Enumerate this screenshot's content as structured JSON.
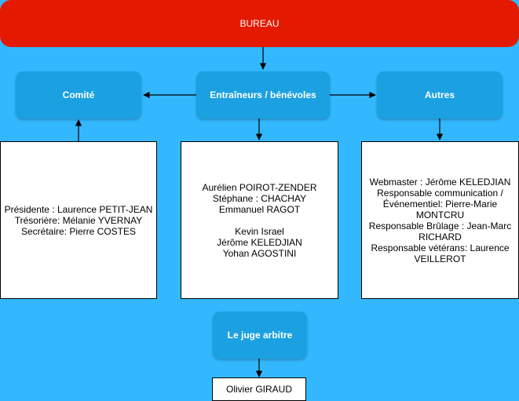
{
  "header": {
    "title": "BUREAU"
  },
  "roles": {
    "comite": "Comité",
    "entraineurs": "Entraîneurs / bénévoles",
    "autres": "Autres",
    "juge": "Le juge arbitre"
  },
  "cards": {
    "comite": [
      "Présidente : Laurence PETIT-JEAN",
      "Trésorière: Mélanie YVERNAY",
      "Secrétaire: Pierre COSTES"
    ],
    "entraineurs_group1": [
      "Aurélien POIROT-ZENDER",
      "Stéphane : CHACHAY",
      "Emmanuel RAGOT"
    ],
    "entraineurs_group2": [
      "Kevin Israel",
      "Jérôme KELEDJIAN",
      "Yohan AGOSTINI"
    ],
    "autres": [
      "Webmaster : Jérôme KELEDJIAN",
      "Responsable communication /",
      "Événementiel: Pierre-Marie",
      "MONTCRU",
      "Responsable Brûlage : Jean-Marc",
      "RICHARD",
      "Responsable vétérans: Laurence",
      "VEILLEROT"
    ],
    "juge": "Olivier GIRAUD"
  },
  "colors": {
    "background": "#33b8ff",
    "header": "#e31a00",
    "role_box": "#1ba1e2",
    "card": "#ffffff"
  }
}
